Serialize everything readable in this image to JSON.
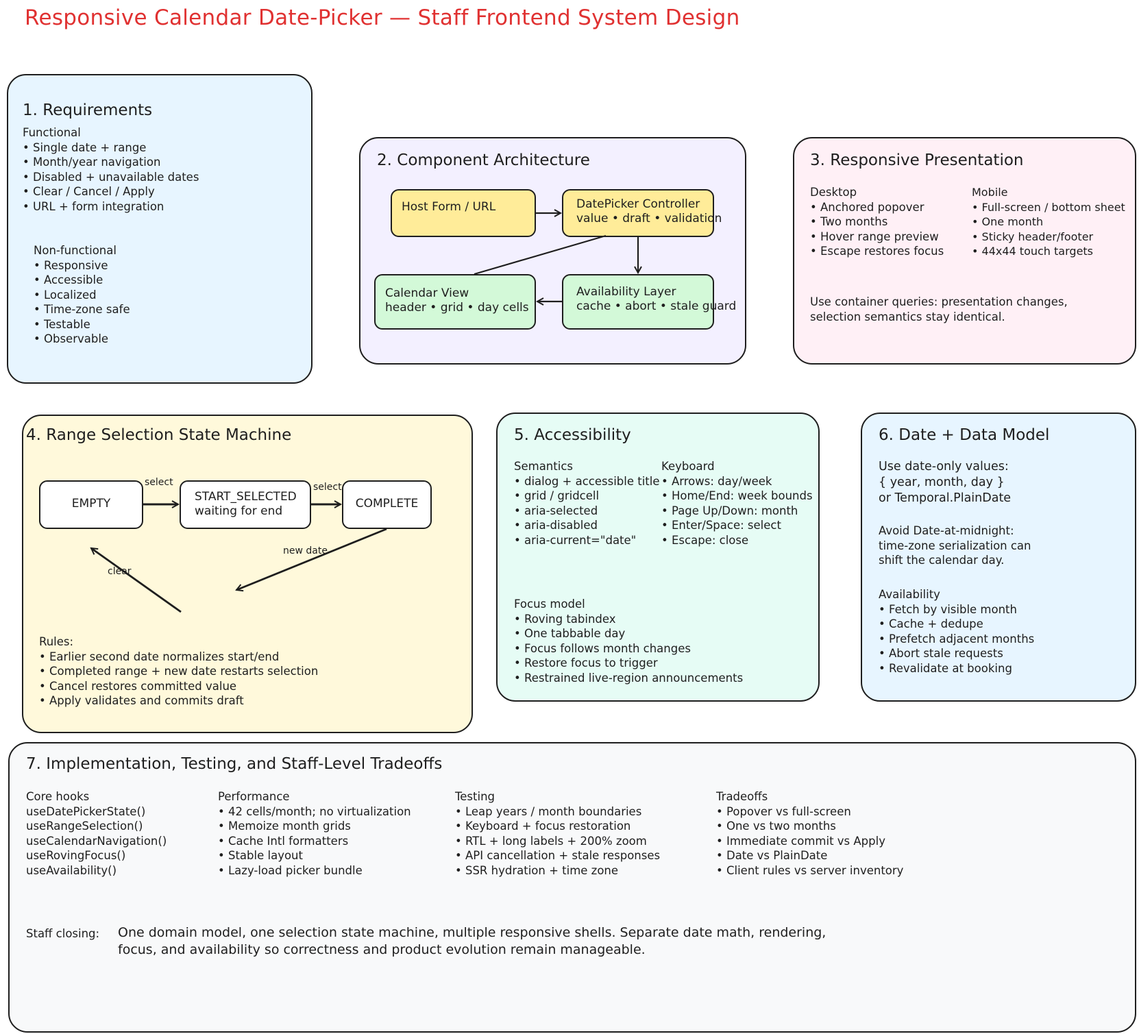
{
  "title": "Responsive Calendar Date-Picker — Staff Frontend System Design",
  "colors": {
    "title": "#e03131",
    "requirements_bg": "#e7f5ff",
    "architecture_bg": "#f3f0ff",
    "responsive_bg": "#fff0f6",
    "state_machine_bg": "#fff9db",
    "accessibility_bg": "#e6fcf5",
    "data_model_bg": "#e7f5ff",
    "implementation_bg": "#f8f9fa",
    "node_yellow": "#ffec99",
    "node_green": "#d3f9d8"
  },
  "requirements": {
    "title": "1. Requirements",
    "functional_heading": "Functional",
    "functional": [
      "Single date + range",
      "Month/year navigation",
      "Disabled + unavailable dates",
      "Clear / Cancel / Apply",
      "URL + form integration"
    ],
    "nonfunctional_heading": "Non-functional",
    "nonfunctional": [
      "Responsive",
      "Accessible",
      "Localized",
      "Time-zone safe",
      "Testable",
      "Observable"
    ]
  },
  "architecture": {
    "title": "2. Component Architecture",
    "host": "Host Form / URL",
    "controller_line1": "DatePicker Controller",
    "controller_line2": "value • draft • validation",
    "calendar_line1": "Calendar View",
    "calendar_line2": "header • grid • day cells",
    "availability_line1": "Availability Layer",
    "availability_line2": "cache • abort • stale guard"
  },
  "responsive": {
    "title": "3. Responsive Presentation",
    "desktop_heading": "Desktop",
    "desktop": [
      "Anchored popover",
      "Two months",
      "Hover range preview",
      "Escape restores focus"
    ],
    "mobile_heading": "Mobile",
    "mobile": [
      "Full-screen / bottom sheet",
      "One month",
      "Sticky header/footer",
      "44x44 touch targets"
    ],
    "note_line1": "Use container queries: presentation changes,",
    "note_line2": "selection semantics stay identical."
  },
  "state_machine": {
    "title": "4. Range Selection State Machine",
    "empty": "EMPTY",
    "start_line1": "START_SELECTED",
    "start_line2": "waiting for end",
    "complete": "COMPLETE",
    "select_label_1": "select",
    "select_label_2": "select",
    "new_date_label": "new date",
    "clear_label": "clear",
    "rules_heading": "Rules:",
    "rules": [
      "Earlier second date normalizes start/end",
      "Completed range + new date restarts selection",
      "Cancel restores committed value",
      "Apply validates and commits draft"
    ]
  },
  "accessibility": {
    "title": "5. Accessibility",
    "semantics_heading": "Semantics",
    "semantics": [
      "dialog + accessible title",
      "grid / gridcell",
      "aria-selected",
      "aria-disabled",
      "aria-current=\"date\""
    ],
    "keyboard_heading": "Keyboard",
    "keyboard": [
      "Arrows: day/week",
      "Home/End: week bounds",
      "Page Up/Down: month",
      "Enter/Space: select",
      "Escape: close"
    ],
    "focus_heading": "Focus model",
    "focus": [
      "Roving tabindex",
      "One tabbable day",
      "Focus follows month changes",
      "Restore focus to trigger",
      "Restrained live-region announcements"
    ]
  },
  "data_model": {
    "title": "6. Date + Data Model",
    "values_line1": "Use date-only values:",
    "values_line2": "{ year, month, day }",
    "values_line3": "or Temporal.PlainDate",
    "avoid_line1": "Avoid Date-at-midnight:",
    "avoid_line2": "time-zone serialization can",
    "avoid_line3": "shift the calendar day.",
    "availability_heading": "Availability",
    "availability": [
      "Fetch by visible month",
      "Cache + dedupe",
      "Prefetch adjacent months",
      "Abort stale requests",
      "Revalidate at booking"
    ]
  },
  "implementation": {
    "title": "7. Implementation, Testing, and Staff-Level Tradeoffs",
    "hooks_heading": "Core hooks",
    "hooks": [
      "useDatePickerState()",
      "useRangeSelection()",
      "useCalendarNavigation()",
      "useRovingFocus()",
      "useAvailability()"
    ],
    "performance_heading": "Performance",
    "performance": [
      "42 cells/month; no virtualization",
      "Memoize month grids",
      "Cache Intl formatters",
      "Stable layout",
      "Lazy-load picker bundle"
    ],
    "testing_heading": "Testing",
    "testing": [
      "Leap years / month boundaries",
      "Keyboard + focus restoration",
      "RTL + long labels + 200% zoom",
      "API cancellation + stale responses",
      "SSR hydration + time zone"
    ],
    "tradeoffs_heading": "Tradeoffs",
    "tradeoffs": [
      "Popover vs full-screen",
      "One vs two months",
      "Immediate commit vs Apply",
      "Date vs PlainDate",
      "Client rules vs server inventory"
    ],
    "closing_label": "Staff closing:",
    "closing_line1": "One domain model, one selection state machine, multiple responsive shells. Separate date math, rendering,",
    "closing_line2": "focus, and availability so correctness and product evolution remain manageable."
  }
}
